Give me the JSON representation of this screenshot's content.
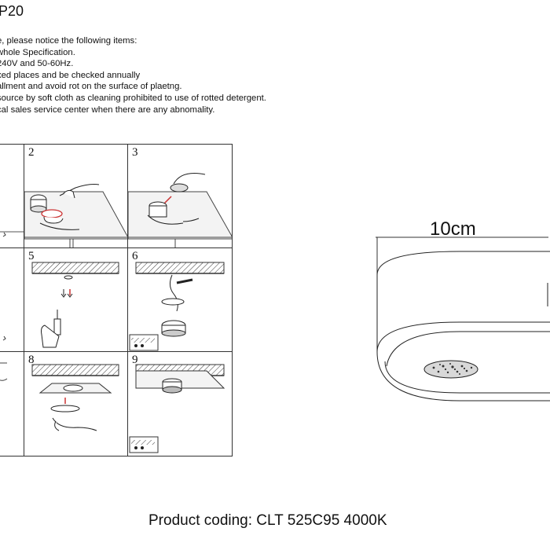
{
  "header": {
    "model_code_partial": "P20"
  },
  "instructions": {
    "lines": [
      "e, please notice the following items:",
      "whole Specification.",
      "240V and 50-60Hz.",
      "xed places and be checked annually",
      "allment and avoid rot on the surface of plaetng.",
      "source by soft cloth as cleaning prohibited to use of rotted detergent.",
      "cal sales service center when there are any abnomality."
    ]
  },
  "steps": [
    {
      "number": "2"
    },
    {
      "number": "3"
    },
    {
      "number": "5"
    },
    {
      "number": "6"
    },
    {
      "number": "8"
    },
    {
      "number": "9"
    }
  ],
  "dimension": {
    "diameter_label": "10cm"
  },
  "footer": {
    "product_coding": "Product coding: CLT 525C95 4000K"
  }
}
